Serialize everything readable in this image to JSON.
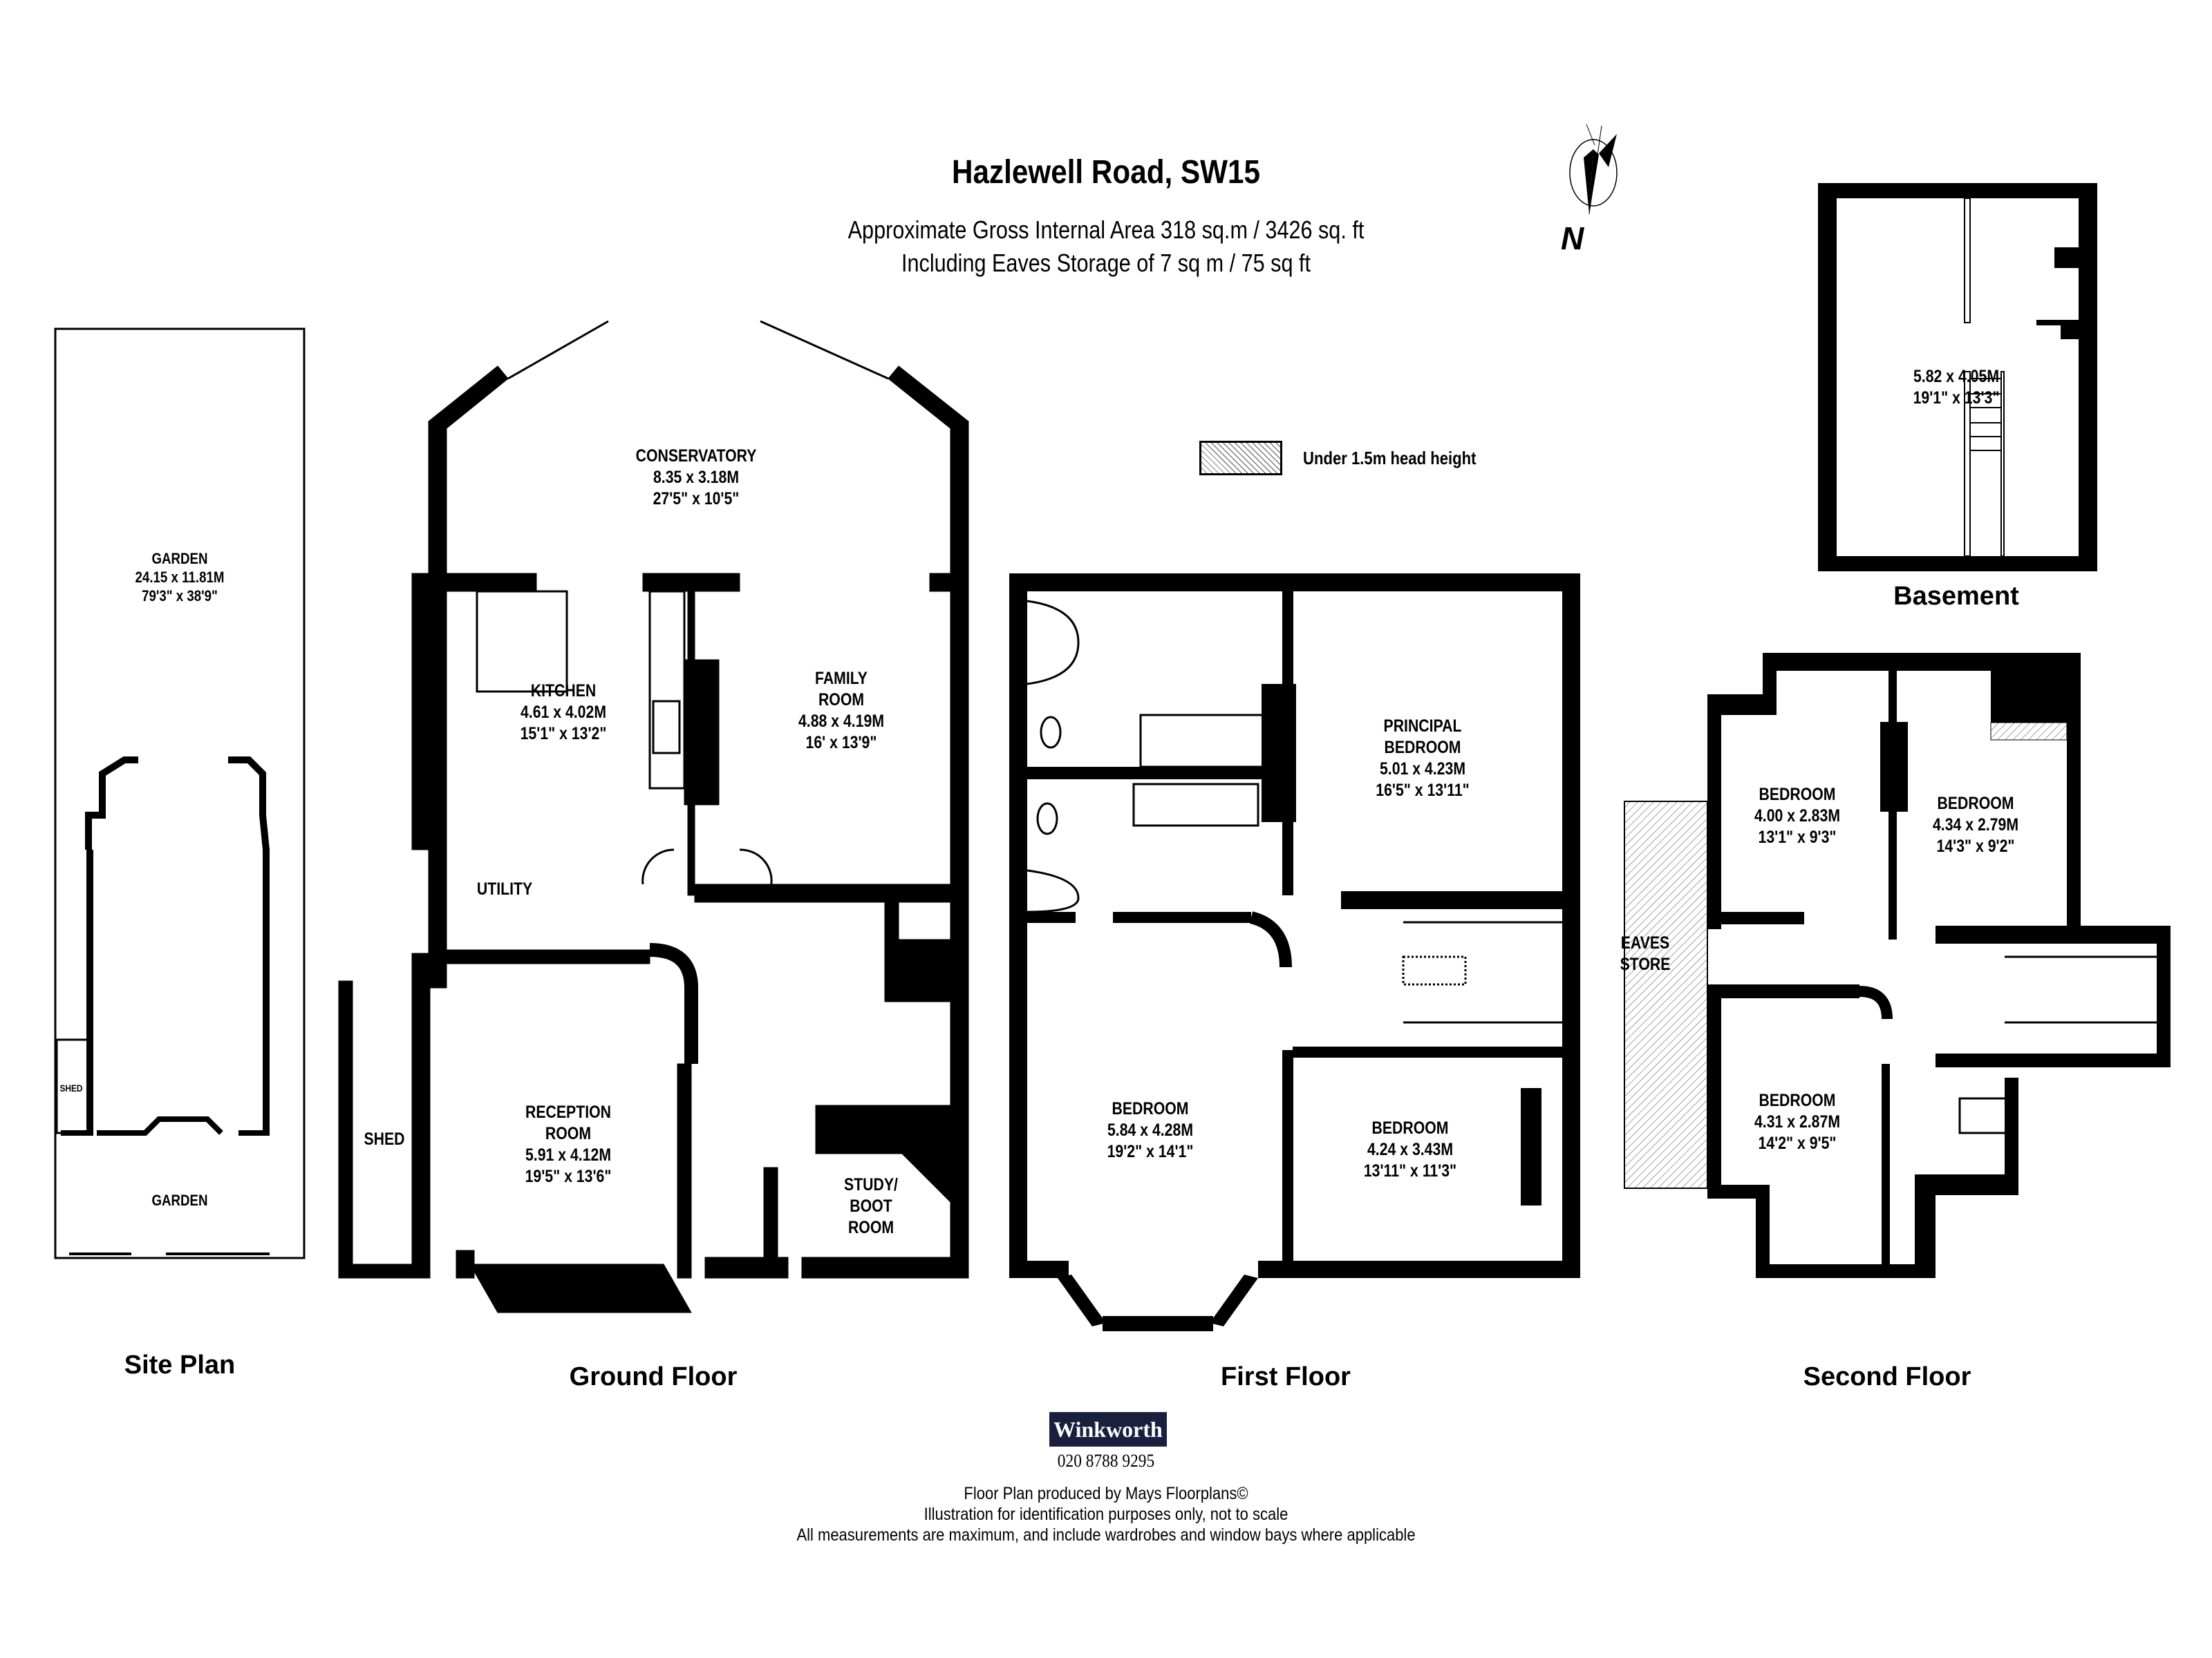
{
  "header": {
    "title": "Hazlewell Road, SW15",
    "area_line": "Approximate Gross Internal Area 318 sq.m  /  3426 sq. ft",
    "eaves_line": "Including Eaves Storage of  7 sq m  /  75 sq ft",
    "compass_label": "N"
  },
  "legend": {
    "hatched_label": "Under 1.5m head height"
  },
  "site_plan": {
    "title": "Site Plan",
    "garden_rear": {
      "name": "GARDEN",
      "metric": "24.15 x 11.81M",
      "imperial": "79'3\" x 38'9\""
    },
    "garden_front": {
      "name": "GARDEN"
    },
    "shed": {
      "name": "SHED"
    }
  },
  "ground_floor": {
    "title": "Ground Floor",
    "conservatory": {
      "name": "CONSERVATORY",
      "metric": "8.35 x 3.18M",
      "imperial": "27'5\" x 10'5\""
    },
    "kitchen": {
      "name": "KITCHEN",
      "metric": "4.61 x 4.02M",
      "imperial": "15'1\" x 13'2\""
    },
    "family_room": {
      "name1": "FAMILY",
      "name2": "ROOM",
      "metric": "4.88 x 4.19M",
      "imperial": "16' x 13'9\""
    },
    "utility": {
      "name": "UTILITY"
    },
    "reception": {
      "name1": "RECEPTION",
      "name2": "ROOM",
      "metric": "5.91 x 4.12M",
      "imperial": "19'5\" x 13'6\""
    },
    "shed": {
      "name": "SHED"
    },
    "study": {
      "name1": "STUDY/",
      "name2": "BOOT",
      "name3": "ROOM"
    }
  },
  "first_floor": {
    "title": "First Floor",
    "principal_bedroom": {
      "name1": "PRINCIPAL",
      "name2": "BEDROOM",
      "metric": "5.01 x 4.23M",
      "imperial": "16'5\" x 13'11\""
    },
    "bedroom_front_left": {
      "name": "BEDROOM",
      "metric": "5.84 x 4.28M",
      "imperial": "19'2\" x 14'1\""
    },
    "bedroom_front_right": {
      "name": "BEDROOM",
      "metric": "4.24 x 3.43M",
      "imperial": "13'11\" x 11'3\""
    }
  },
  "second_floor": {
    "title": "Second Floor",
    "bedroom_rear_left": {
      "name": "BEDROOM",
      "metric": "4.00 x 2.83M",
      "imperial": "13'1\" x 9'3\""
    },
    "bedroom_rear_right": {
      "name": "BEDROOM",
      "metric": "4.34 x 2.79M",
      "imperial": "14'3\" x 9'2\""
    },
    "bedroom_front": {
      "name": "BEDROOM",
      "metric": "4.31 x 2.87M",
      "imperial": "14'2\" x 9'5\""
    },
    "eaves_store": {
      "name1": "EAVES",
      "name2": "STORE"
    }
  },
  "basement": {
    "title": "Basement",
    "room": {
      "metric": "5.82 x 4.05M",
      "imperial": "19'1\" x 13'3\""
    }
  },
  "footer": {
    "brand": "Winkworth",
    "brand_color": "#1a1f3d",
    "phone": "020 8788 9295",
    "line1": "Floor Plan produced by Mays Floorplans©",
    "line2": "Illustration for identification purposes only, not to scale",
    "line3": "All measurements are maximum, and include wardrobes and window bays where applicable"
  }
}
